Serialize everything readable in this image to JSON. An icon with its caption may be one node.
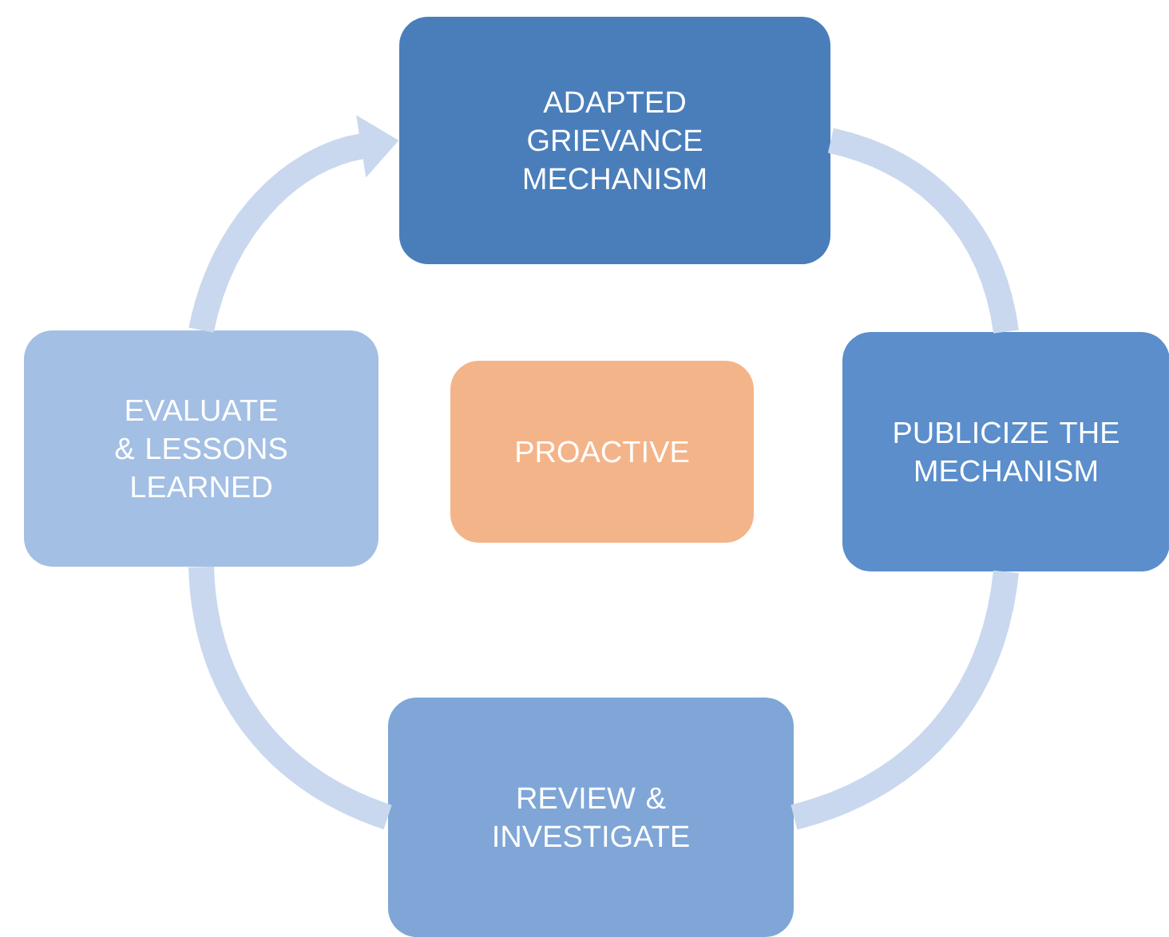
{
  "diagram": {
    "nodes": [
      {
        "text": [
          "ADAPTED GRIEVANCE MECHANISM"
        ]
      },
      {
        "text": [
          "PUBLICIZE THE MECHANISM"
        ]
      },
      {
        "text": [
          "REVIEW & INVESTIGATE"
        ]
      },
      {
        "text": [
          "EVALUATE & LESSONS LEARNED"
        ]
      },
      {
        "text": [
          "PROACTIVE"
        ]
      }
    ],
    "edges": [
      {
        "from": 0,
        "to": 1,
        "arrow": "none"
      },
      {
        "from": 1,
        "to": 2,
        "arrow": "none"
      },
      {
        "from": 2,
        "to": 3,
        "arrow": "none"
      },
      {
        "from": 3,
        "to": 0,
        "arrow": "to"
      }
    ]
  }
}
